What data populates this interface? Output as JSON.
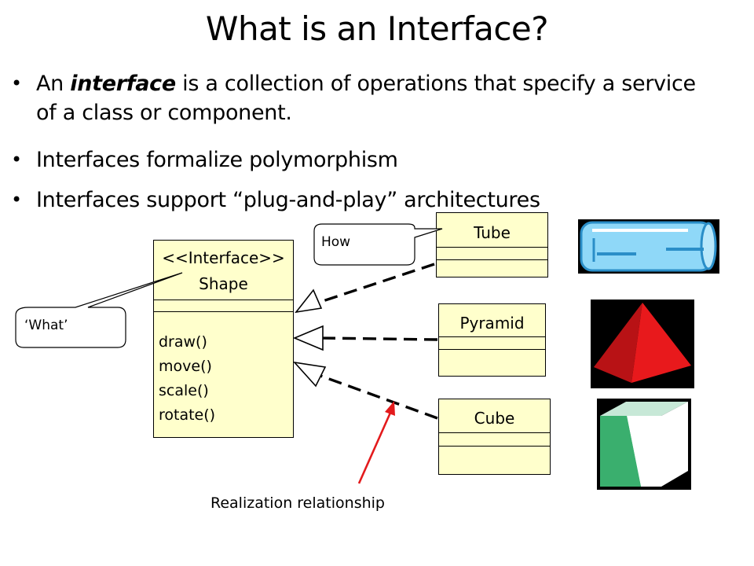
{
  "slide": {
    "title": "What is an Interface?"
  },
  "bullets": {
    "b1_pre": "An ",
    "b1_em": "interface",
    "b1_post": " is a collection of operations that specify a service of a class or component.",
    "b2": "Interfaces formalize polymorphism",
    "b3": "Interfaces support “plug-and-play” architectures",
    "marker": "•"
  },
  "interface_box": {
    "stereotype": "<<Interface>>",
    "name": "Shape",
    "operations": [
      "draw()",
      "move()",
      "scale()",
      "rotate()"
    ]
  },
  "classes": {
    "tube": "Tube",
    "pyramid": "Pyramid",
    "cube": "Cube"
  },
  "callouts": {
    "what": "‘What’",
    "how": "How"
  },
  "annotation": {
    "label": "Realization relationship"
  },
  "images": {
    "tube": "cylinder-image",
    "pyramid": "pyramid-image",
    "cube": "cube-image"
  },
  "colors": {
    "box_fill": "#ffffcc",
    "arrow_red": "#e31a1c",
    "tube_blue": "#8fd8f8",
    "pyramid_red": "#e8191c",
    "cube_green": "#3aaf6e"
  }
}
